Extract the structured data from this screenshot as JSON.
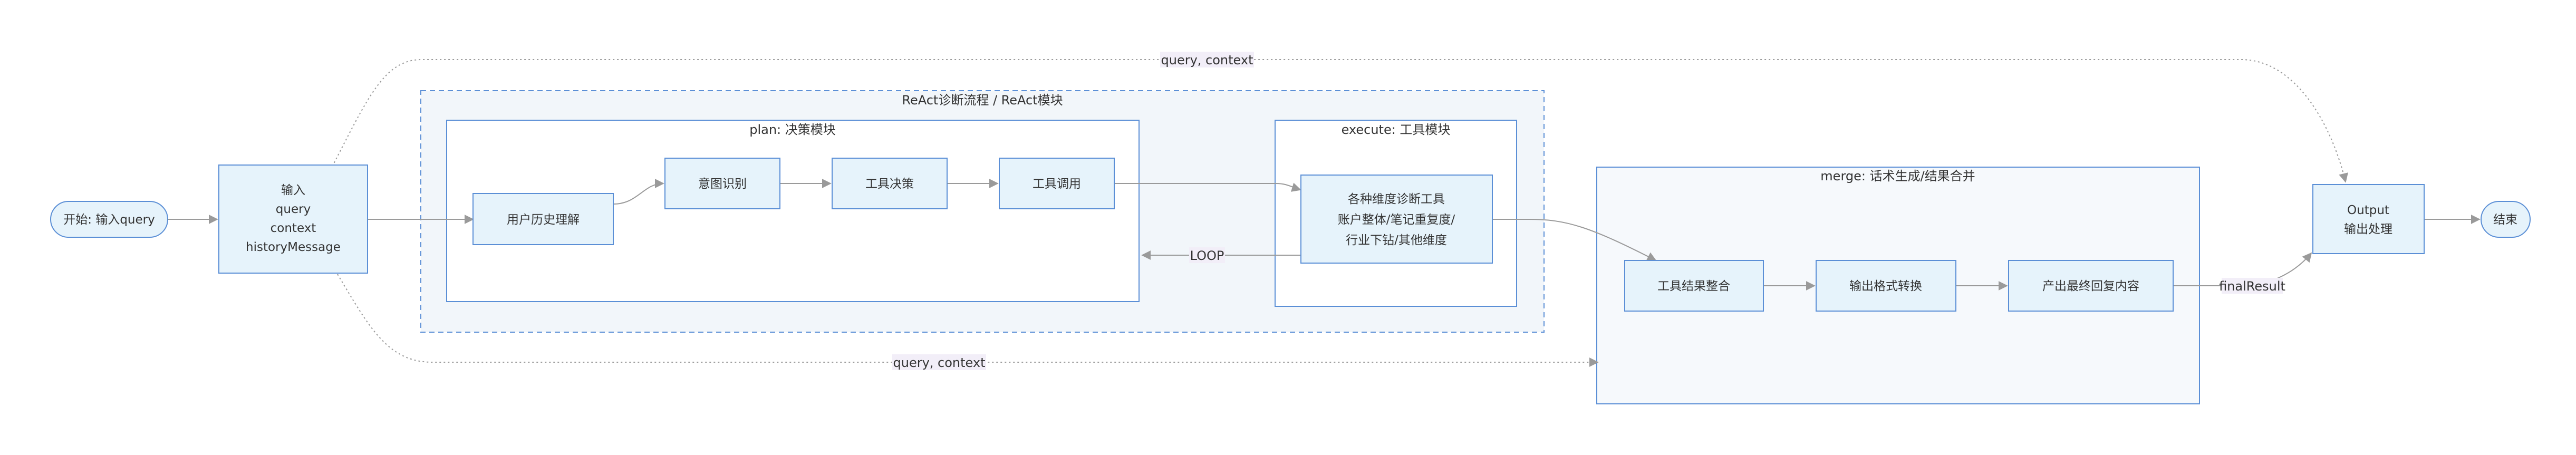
{
  "start_label": "开始: 输入query",
  "input_node": {
    "line1": "输入",
    "line2": "query",
    "line3": "context",
    "line4": "historyMessage"
  },
  "react_cluster_title": "ReAct诊断流程 / ReAct模块",
  "plan_cluster_title": "plan: 决策模块",
  "execute_cluster_title": "execute: 工具模块",
  "merge_cluster_title": "merge: 话术生成/结果合并",
  "nodes": {
    "history": "用户历史理解",
    "intent": "意图识别",
    "decision": "工具决策",
    "call": "工具调用",
    "diag_line1": "各种维度诊断工具",
    "diag_line2": "账户整体/笔记重复度/",
    "diag_line3": "行业下钻/其他维度",
    "integrate": "工具结果整合",
    "format": "输出格式转换",
    "produce": "产出最终回复内容",
    "output_line1": "Output",
    "output_line2": "输出处理",
    "end": "结束"
  },
  "edge_labels": {
    "top": "query, context",
    "bottom": "query, context",
    "loop": "LOOP",
    "final": "finalResult"
  },
  "colors": {
    "node_fill": "#e6f3fb",
    "node_stroke": "#5b8fd6",
    "react_fill": "#f2f6fa",
    "react_stroke": "#5b8fd6",
    "plain_cluster_fill": "#ffffff",
    "merge_fill": "#f6f9fc",
    "edge": "#9a9a9a",
    "edge_label_bg": "#f2eef8",
    "text": "#333333"
  }
}
